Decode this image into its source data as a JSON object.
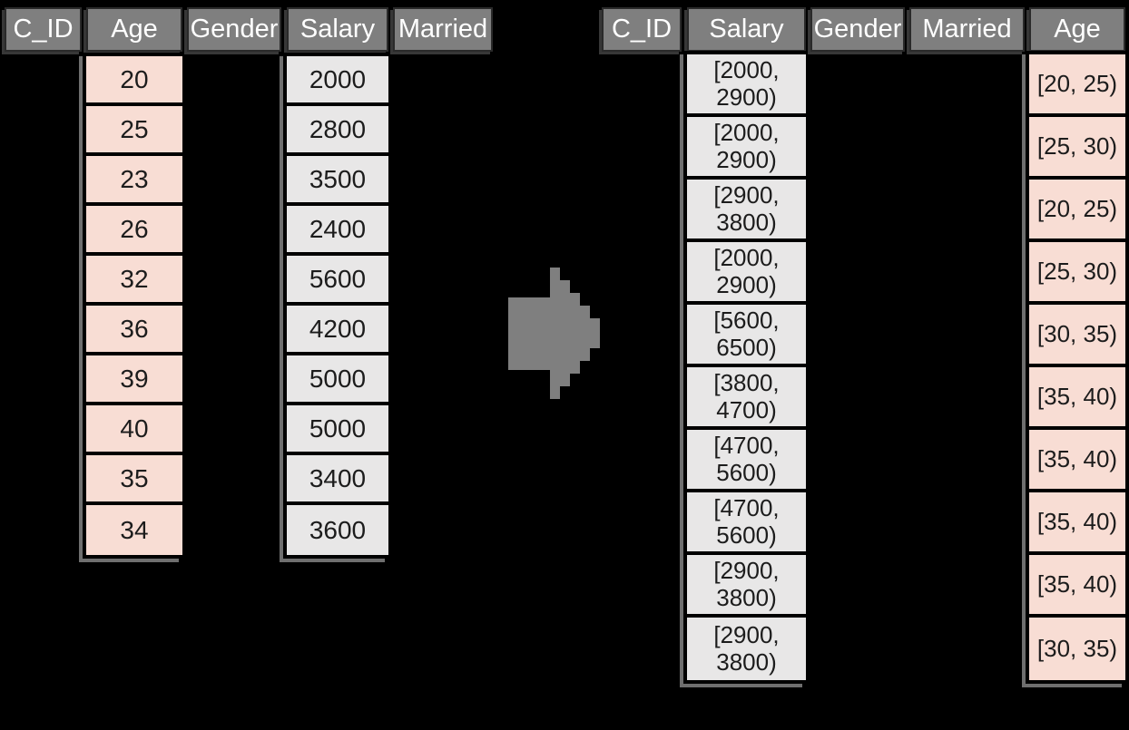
{
  "colors": {
    "background": "#000000",
    "header_fill": "#7f7f7f",
    "header_text": "#ffffff",
    "age_fill": "#f8ddd4",
    "salary_fill": "#e8e7e7",
    "shadow": "#6f6f6f",
    "cell_text": "#1c1c1c",
    "arrow": "#7f7f7f"
  },
  "left_table": {
    "headers": [
      "C_ID",
      "Age",
      "Gender",
      "Salary",
      "Married"
    ],
    "age_values": [
      "20",
      "25",
      "23",
      "26",
      "32",
      "36",
      "39",
      "40",
      "35",
      "34"
    ],
    "salary_values": [
      "2000",
      "2800",
      "3500",
      "2400",
      "5600",
      "4200",
      "5000",
      "5000",
      "3400",
      "3600"
    ]
  },
  "right_table": {
    "headers": [
      "C_ID",
      "Salary",
      "Gender",
      "Married",
      "Age"
    ],
    "salary_bins": [
      "[2000, 2900)",
      "[2000, 2900)",
      "[2900, 3800)",
      "[2000, 2900)",
      "[5600, 6500)",
      "[3800, 4700)",
      "[4700, 5600)",
      "[4700, 5600)",
      "[2900, 3800)",
      "[2900, 3800)"
    ],
    "age_bins": [
      "[20, 25)",
      "[25, 30)",
      "[20, 25)",
      "[25, 30)",
      "[30, 35)",
      "[35, 40)",
      "[35, 40)",
      "[35, 40)",
      "[35, 40)",
      "[30, 35)"
    ]
  },
  "arrow": {
    "icon": "right-arrow"
  }
}
